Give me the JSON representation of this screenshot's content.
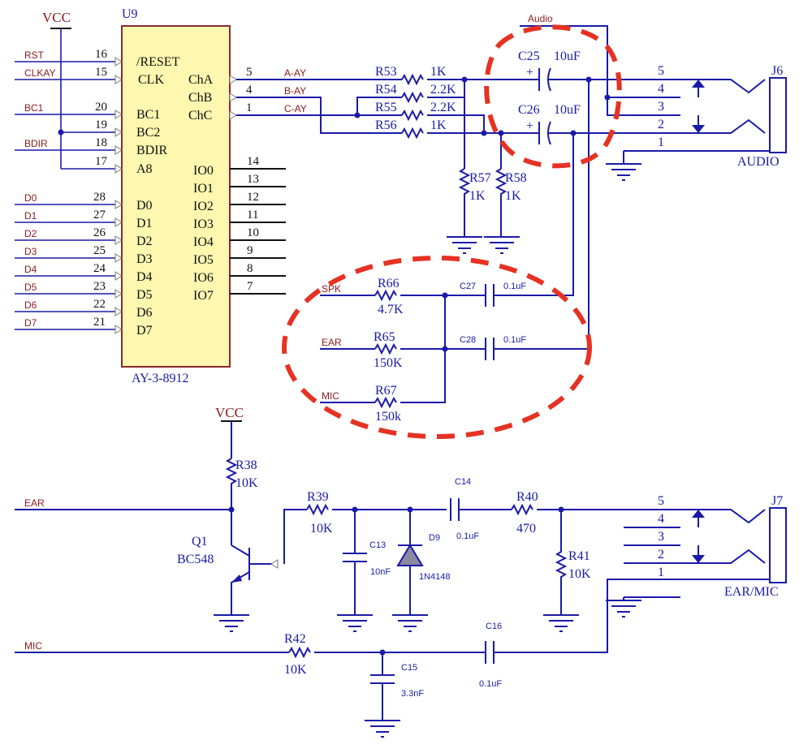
{
  "power": {
    "vcc_top": "VCC",
    "vcc_q1": "VCC"
  },
  "u9": {
    "ref": "U9",
    "part": "AY-3-8912",
    "left_pins": [
      {
        "net": "RST",
        "num": "16",
        "name": "/RESET"
      },
      {
        "net": "CLKAY",
        "num": "15",
        "name": "CLK"
      },
      {
        "net": "BC1",
        "num": "20",
        "name": "BC1"
      },
      {
        "net": "",
        "num": "19",
        "name": "BC2"
      },
      {
        "net": "BDIR",
        "num": "18",
        "name": "BDIR"
      },
      {
        "net": "",
        "num": "17",
        "name": "A8"
      },
      {
        "net": "D0",
        "num": "28",
        "name": "D0"
      },
      {
        "net": "D1",
        "num": "27",
        "name": "D1"
      },
      {
        "net": "D2",
        "num": "26",
        "name": "D2"
      },
      {
        "net": "D3",
        "num": "25",
        "name": "D3"
      },
      {
        "net": "D4",
        "num": "24",
        "name": "D4"
      },
      {
        "net": "D5",
        "num": "23",
        "name": "D5"
      },
      {
        "net": "D6",
        "num": "22",
        "name": "D6"
      },
      {
        "net": "D7",
        "num": "21",
        "name": "D7"
      }
    ],
    "right_pins": [
      {
        "num": "5",
        "name": "ChA",
        "net": "A-AY"
      },
      {
        "num": "4",
        "name": "ChB",
        "net": "B-AY"
      },
      {
        "num": "1",
        "name": "ChC",
        "net": "C-AY"
      },
      {
        "num": "14",
        "name": "IO0",
        "net": ""
      },
      {
        "num": "13",
        "name": "IO1",
        "net": ""
      },
      {
        "num": "12",
        "name": "IO2",
        "net": ""
      },
      {
        "num": "11",
        "name": "IO3",
        "net": ""
      },
      {
        "num": "10",
        "name": "IO4",
        "net": ""
      },
      {
        "num": "9",
        "name": "IO5",
        "net": ""
      },
      {
        "num": "8",
        "name": "IO6",
        "net": ""
      },
      {
        "num": "7",
        "name": "IO7",
        "net": ""
      }
    ]
  },
  "resistors": {
    "r53": {
      "ref": "R53",
      "value": "1K"
    },
    "r54": {
      "ref": "R54",
      "value": "2.2K"
    },
    "r55": {
      "ref": "R55",
      "value": "2.2K"
    },
    "r56": {
      "ref": "R56",
      "value": "1K"
    },
    "r57": {
      "ref": "R57",
      "value": "1K"
    },
    "r58": {
      "ref": "R58",
      "value": "1K"
    },
    "r66": {
      "ref": "R66",
      "value": "4.7K"
    },
    "r65": {
      "ref": "R65",
      "value": "150K"
    },
    "r67": {
      "ref": "R67",
      "value": "150k"
    },
    "r38": {
      "ref": "R38",
      "value": "10K"
    },
    "r39": {
      "ref": "R39",
      "value": "10K"
    },
    "r40": {
      "ref": "R40",
      "value": "470"
    },
    "r41": {
      "ref": "R41",
      "value": "10K"
    },
    "r42": {
      "ref": "R42",
      "value": "10K"
    }
  },
  "capacitors": {
    "c25": {
      "ref": "C25",
      "value": "10uF"
    },
    "c26": {
      "ref": "C26",
      "value": "10uF"
    },
    "c27": {
      "ref": "C27",
      "value": "0.1uF"
    },
    "c28": {
      "ref": "C28",
      "value": "0.1uF"
    },
    "c14": {
      "ref": "C14",
      "value": "0.1uF"
    },
    "c13": {
      "ref": "C13",
      "value": "10nF"
    },
    "c16": {
      "ref": "C16",
      "value": "0.1uF"
    },
    "c15": {
      "ref": "C15",
      "value": "3.3nF"
    }
  },
  "semis": {
    "d9": {
      "ref": "D9",
      "value": "1N4148"
    },
    "q1": {
      "ref": "Q1",
      "value": "BC548"
    }
  },
  "connectors": {
    "j6": {
      "ref": "J6",
      "label": "AUDIO",
      "net": "Audio",
      "pins": [
        "5",
        "4",
        "3",
        "2",
        "1"
      ]
    },
    "j7": {
      "ref": "J7",
      "label": "EAR/MIC",
      "pins": [
        "5",
        "4",
        "3",
        "2",
        "1"
      ]
    }
  },
  "nets": {
    "spk": "SPK",
    "ear": "EAR",
    "mic": "MIC",
    "ear2": "EAR",
    "mic2": "MIC"
  },
  "colors": {
    "wire": "#1a1aa8",
    "label_red": "#8b1a1a",
    "chip_fill": "#fdf7b0",
    "highlight": "#e63223"
  }
}
